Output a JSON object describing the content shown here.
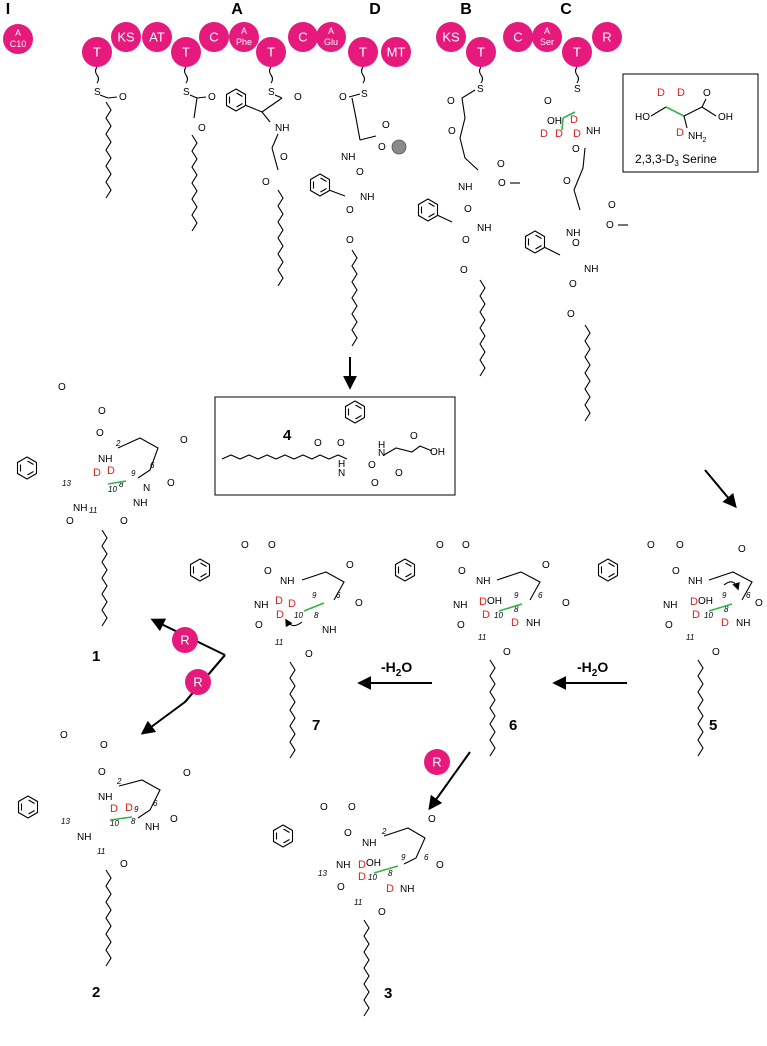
{
  "module_labels": [
    "I",
    "A",
    "D",
    "B",
    "C"
  ],
  "domains": [
    {
      "main": "A",
      "sub": "C10"
    },
    {
      "main": "T"
    },
    {
      "main": "KS"
    },
    {
      "main": "AT"
    },
    {
      "main": "T"
    },
    {
      "main": "C"
    },
    {
      "main": "A",
      "sub": "Phe"
    },
    {
      "main": "T"
    },
    {
      "main": "C"
    },
    {
      "main": "A",
      "sub": "Glu"
    },
    {
      "main": "T"
    },
    {
      "main": "MT"
    },
    {
      "main": "KS"
    },
    {
      "main": "T"
    },
    {
      "main": "C"
    },
    {
      "main": "A",
      "sub": "Ser"
    },
    {
      "main": "T"
    },
    {
      "main": "R"
    }
  ],
  "serine_box": {
    "caption": "2,3,3-D",
    "caption_sub": "3",
    "caption_tail": " Serine",
    "nh2": "NH",
    "nh2_sub": "2",
    "oh_left": "HO",
    "oh_right": "OH",
    "o": "O",
    "d": "D"
  },
  "compounds": {
    "c1": "1",
    "c2": "2",
    "c3": "3",
    "c4": "4",
    "c5": "5",
    "c6": "6",
    "c7": "7"
  },
  "step_labels": {
    "dehydration": "-H",
    "h2o_sub": "2",
    "h2o_tail": "O"
  },
  "reductase": "R",
  "atoms": {
    "nh": "NH",
    "hn": "HN",
    "n": "N",
    "h": "H",
    "s": "S",
    "o": "O",
    "oh": "OH",
    "d": "D"
  },
  "numbering": {
    "n2": "2",
    "n6": "6",
    "n8": "8",
    "n9": "9",
    "n10": "10",
    "n11": "11",
    "n13": "13"
  }
}
